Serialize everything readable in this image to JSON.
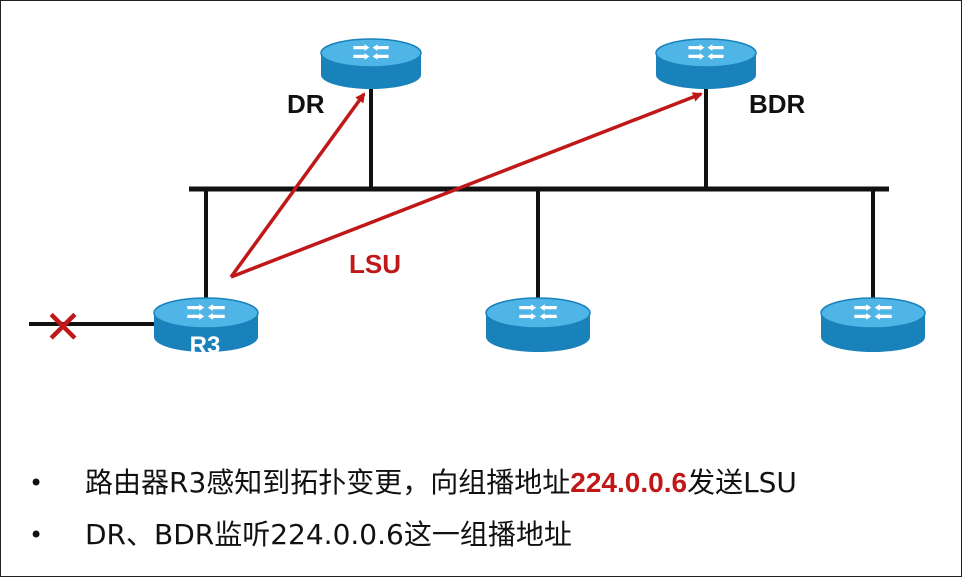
{
  "routers": [
    {
      "id": "dr",
      "label": "DR",
      "inner_text": ""
    },
    {
      "id": "bdr",
      "label": "BDR",
      "inner_text": ""
    },
    {
      "id": "r3",
      "label": "",
      "inner_text": "R3"
    },
    {
      "id": "r4",
      "label": "",
      "inner_text": ""
    },
    {
      "id": "r5",
      "label": "",
      "inner_text": ""
    }
  ],
  "arrow_label": "LSU",
  "link_down_mark": "✕",
  "colors": {
    "router": "#1f90c8",
    "router_top": "#6cc4ec",
    "accent": "#c01818",
    "line": "#111111"
  },
  "bullets": [
    {
      "before": "路由器R3感知到拓扑变更，向组播地址",
      "highlight": "224.0.0.6",
      "after": "发送LSU"
    },
    {
      "before": "DR、BDR监听224.0.0.6这一组播地址",
      "highlight": "",
      "after": ""
    }
  ],
  "bullet_symbol": "•"
}
